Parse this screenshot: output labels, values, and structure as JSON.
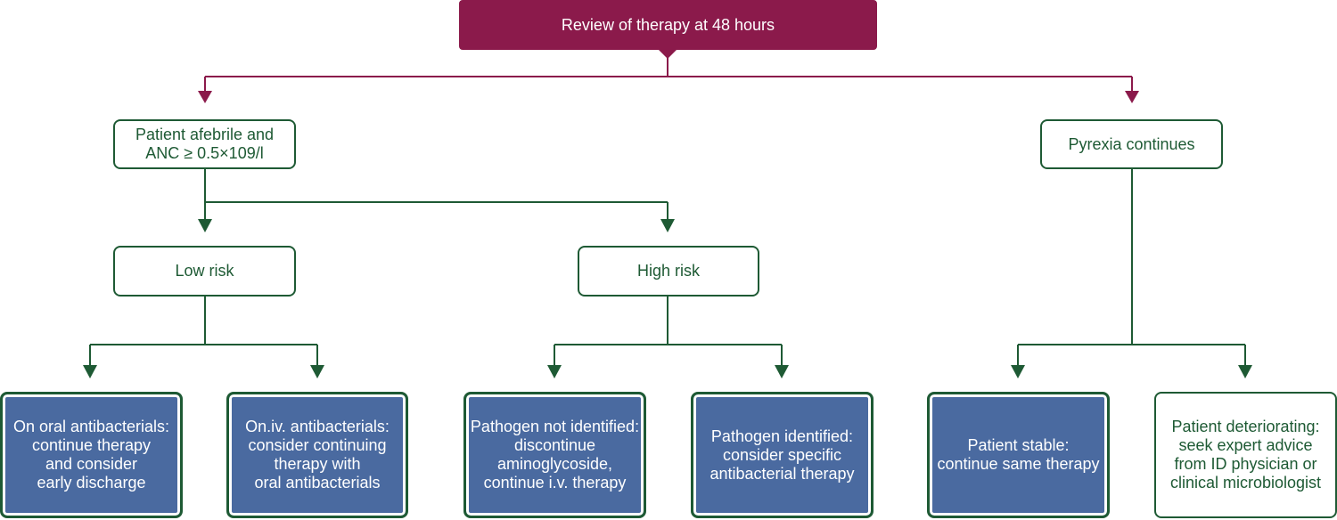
{
  "root": {
    "label": "Review of therapy at 48 hours"
  },
  "level1": {
    "afebrile": "Patient afebrile and\nANC ≥ 0.5×109/l",
    "pyrexia": "Pyrexia continues"
  },
  "level2": {
    "low_risk": "Low risk",
    "high_risk": "High risk"
  },
  "outcomes": {
    "oral": "On oral antibacterials:\ncontinue therapy\nand consider\nearly discharge",
    "iv": "On.iv. antibacterials:\nconsider continuing\ntherapy with\noral antibacterials",
    "not_identified": "Pathogen not identified:\ndiscontinue\naminoglycoside,\ncontinue i.v. therapy",
    "identified": "Pathogen identified:\nconsider specific\nantibacterial therapy",
    "stable": "Patient stable:\ncontinue same therapy",
    "deteriorating": "Patient deteriorating:\nseek expert advice\nfrom ID physician or\nclinical microbiologist"
  },
  "colors": {
    "maroon": "#8b1a4b",
    "green": "#1e5a34",
    "blue": "#4a6aa0"
  }
}
